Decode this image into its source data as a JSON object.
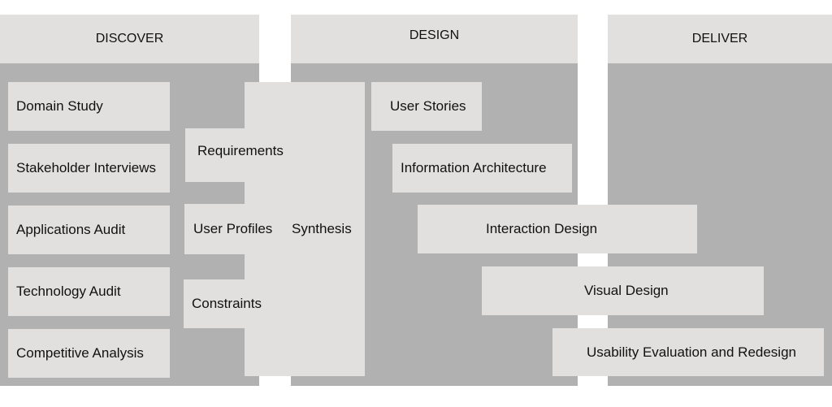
{
  "phases": {
    "discover": "DISCOVER",
    "design": "DESIGN",
    "deliver": "DELIVER"
  },
  "discover_items": [
    "Domain Study",
    "Stakeholder Interviews",
    "Applications Audit",
    "Technology Audit",
    "Competitive Analysis"
  ],
  "synthesis": {
    "label": "Synthesis",
    "items": [
      "Requirements",
      "User Profiles",
      "Constraints"
    ]
  },
  "design_items": [
    "User Stories",
    "Information Architecture",
    "Interaction Design",
    "Visual Design",
    "Usability Evaluation and Redesign"
  ],
  "colors": {
    "light": "#e1e0df",
    "dark": "#b1b1b1"
  }
}
